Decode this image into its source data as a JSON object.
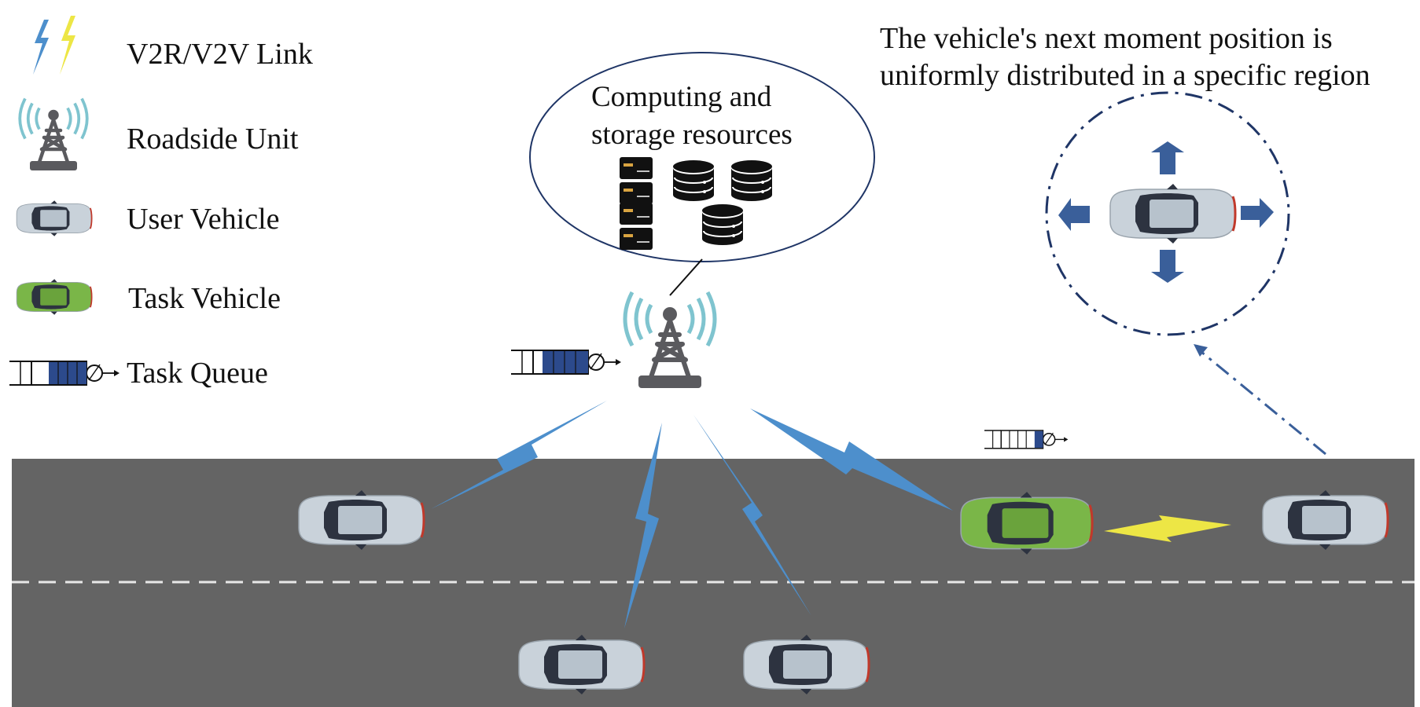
{
  "legend": {
    "items": [
      {
        "key": "link",
        "label": "V2R/V2V Link"
      },
      {
        "key": "rsu",
        "label": "Roadside Unit"
      },
      {
        "key": "user_vehicle",
        "label": "User Vehicle"
      },
      {
        "key": "task_vehicle",
        "label": "Task Vehicle"
      },
      {
        "key": "task_queue",
        "label": "Task Queue"
      }
    ]
  },
  "rsu_bubble": {
    "line1": "Computing and",
    "line2": "storage resources"
  },
  "mobility_note": {
    "line1": "The vehicle's next moment position is",
    "line2": "uniformly distributed in a specific region"
  },
  "colors": {
    "road": "#646464",
    "v2r_link": "#4d8fcc",
    "v2v_link": "#ede645",
    "user_vehicle": "#c9d2da",
    "task_vehicle": "#7ab648",
    "queue_fill": "#2c4a8c",
    "signal_waves": "#7fc4cf",
    "tower": "#5a5a5e",
    "arrow": "#3a5f9a",
    "region_circle": "#1f3566"
  },
  "icons": [
    "lightning-icon",
    "tower-icon",
    "car-icon",
    "server-icon",
    "database-icon",
    "arrow-icon",
    "queue-icon"
  ]
}
